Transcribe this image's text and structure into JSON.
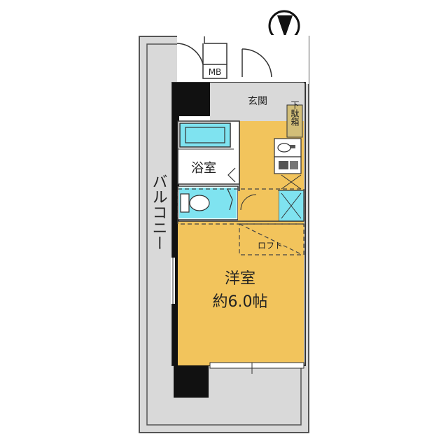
{
  "floorplan": {
    "compass": {
      "icon": "north-arrow-icon"
    },
    "rooms": {
      "mb": "MB",
      "genkan": "玄関",
      "getabako": "下駄箱",
      "bathroom": "浴室",
      "balcony": "バルコニー",
      "loft": "ロフト",
      "western_room": "洋室",
      "area": "約6.0帖"
    },
    "colors": {
      "floor": "#F2C45C",
      "grey_area": "#D9D9D9",
      "fixture_blue": "#7FE3F0",
      "wall": "#111111",
      "cabinet": "#D2BE78"
    }
  }
}
